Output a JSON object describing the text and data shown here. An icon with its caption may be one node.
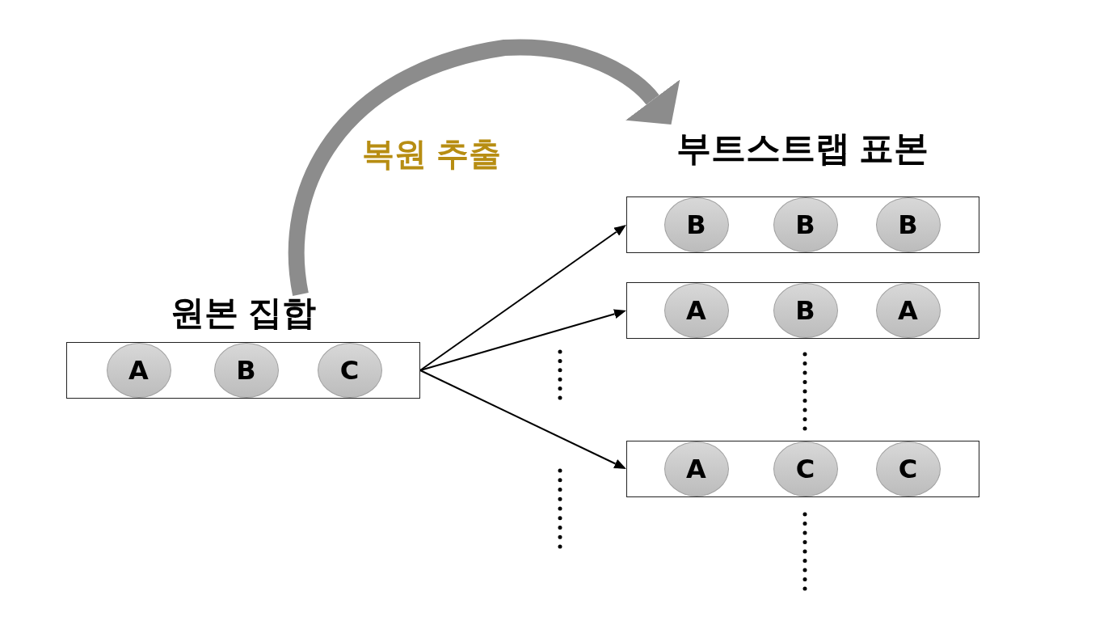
{
  "diagram": {
    "nodes": [
      {
        "text": [
          "원본 집합"
        ]
      },
      {
        "text": [
          "A"
        ],
        "in": 0
      },
      {
        "text": [
          "B"
        ],
        "in": 0
      },
      {
        "text": [
          "C"
        ],
        "in": 0
      },
      {
        "text": [
          "부트스트랩 표본"
        ]
      },
      {
        "text": [],
        "shape": "box"
      },
      {
        "text": [
          "B"
        ],
        "in": 5
      },
      {
        "text": [
          "B"
        ],
        "in": 5
      },
      {
        "text": [
          "B"
        ],
        "in": 5
      },
      {
        "text": [],
        "shape": "box"
      },
      {
        "text": [
          "A"
        ],
        "in": 9
      },
      {
        "text": [
          "B"
        ],
        "in": 9
      },
      {
        "text": [
          "A"
        ],
        "in": 9
      },
      {
        "text": [],
        "shape": "box"
      },
      {
        "text": [
          "A"
        ],
        "in": 13
      },
      {
        "text": [
          "C"
        ],
        "in": 13
      },
      {
        "text": [
          "C"
        ],
        "in": 13
      }
    ],
    "edges": [
      {
        "from": 0,
        "to": 4,
        "arrow": "to",
        "label": "복원 추출",
        "style": "thick",
        "color": "#8c8c8c"
      },
      {
        "from": 0,
        "to": 5,
        "arrow": "to"
      },
      {
        "from": 0,
        "to": 9,
        "arrow": "to"
      },
      {
        "from": 0,
        "to": 13,
        "arrow": "to"
      }
    ]
  }
}
